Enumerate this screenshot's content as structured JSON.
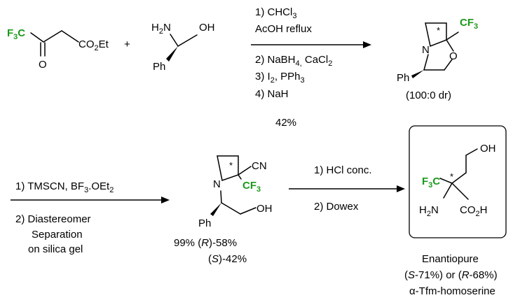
{
  "reaction1": {
    "ketoester": {
      "cf3": "F3C",
      "ester": "CO2Et",
      "oxygen": "O"
    },
    "plus": "+",
    "aminoalcohol": {
      "amine": "H2N",
      "hydroxyl": "OH",
      "phenyl": "Ph"
    },
    "conditions": [
      "1) CHCl3",
      "AcOH reflux",
      "2) NaBH4, CaCl2",
      "3) I2, PPh3",
      "4) NaH"
    ],
    "yield": "42%",
    "product": {
      "cf3": "CF3",
      "nitrogen": "N",
      "oxygen": "O",
      "phenyl": "Ph",
      "stereo": "*",
      "dr": "(100:0 dr)"
    }
  },
  "reaction2": {
    "conditions": [
      "1) TMSCN, BF3.OEt2",
      "2) Diastereomer",
      "Separation",
      "on silica gel"
    ],
    "product": {
      "nitrile": "CN",
      "cf3": "CF3",
      "nitrogen": "N",
      "hydroxyl": "OH",
      "phenyl": "Ph",
      "stereo": "*",
      "yield_line1": "99% (R)-58%",
      "yield_line2": "(S)-42%"
    }
  },
  "reaction3": {
    "conditions": [
      "1) HCl conc.",
      "2) Dowex"
    ],
    "product": {
      "hydroxyl": "OH",
      "cf3": "F3C",
      "amine": "H2N",
      "acid": "CO2H",
      "stereo": "*",
      "caption": [
        "Enantiopure",
        "(S-71%) or (R-68%)",
        "α-Tfm-homoserine"
      ]
    }
  },
  "colors": {
    "cf3": "#1a9a1a",
    "ink": "#000000",
    "background": "#ffffff"
  }
}
